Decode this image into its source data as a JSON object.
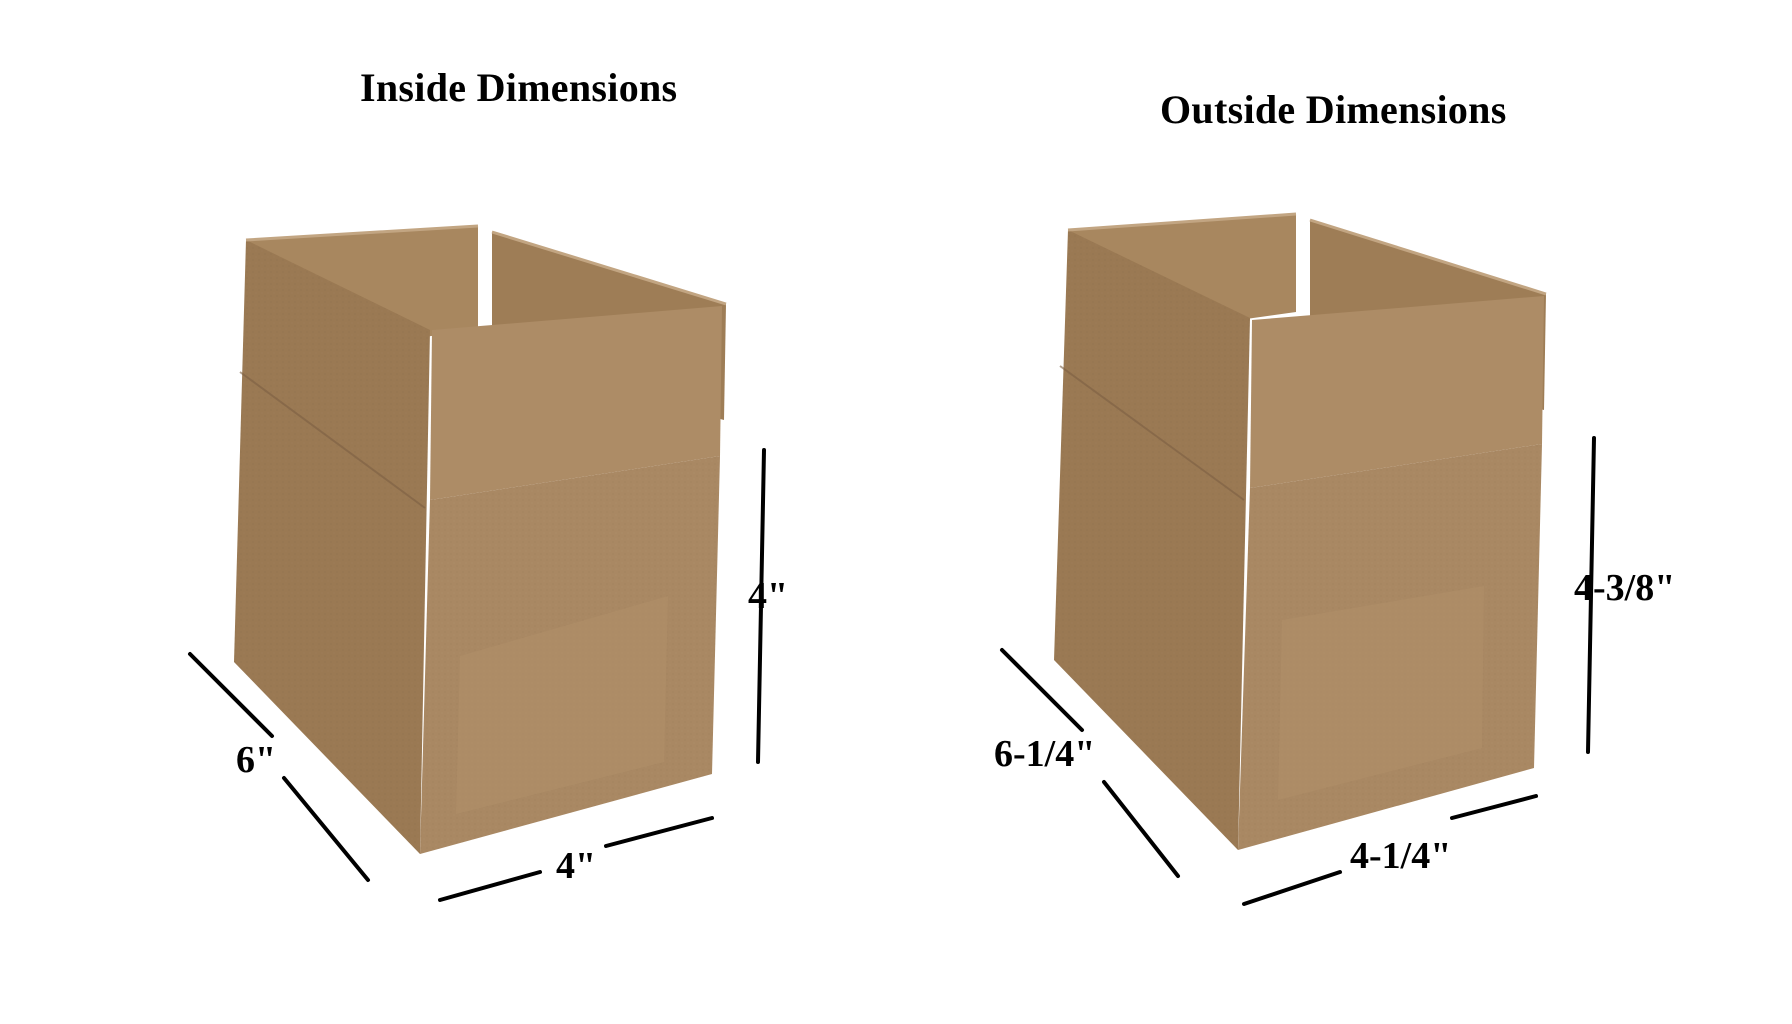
{
  "inside": {
    "heading": "Inside Dimensions",
    "depth": "6\"",
    "width": "4\"",
    "height": "4\""
  },
  "outside": {
    "heading": "Outside Dimensions",
    "depth": "6-1/4\"",
    "width": "4-1/4\"",
    "height": "4-3/8\""
  },
  "colors": {
    "cardboard_front": "#a98863",
    "cardboard_side": "#9c7b57",
    "cardboard_inner": "#b89873",
    "cardboard_dark": "#7d6044",
    "line": "#000000"
  }
}
